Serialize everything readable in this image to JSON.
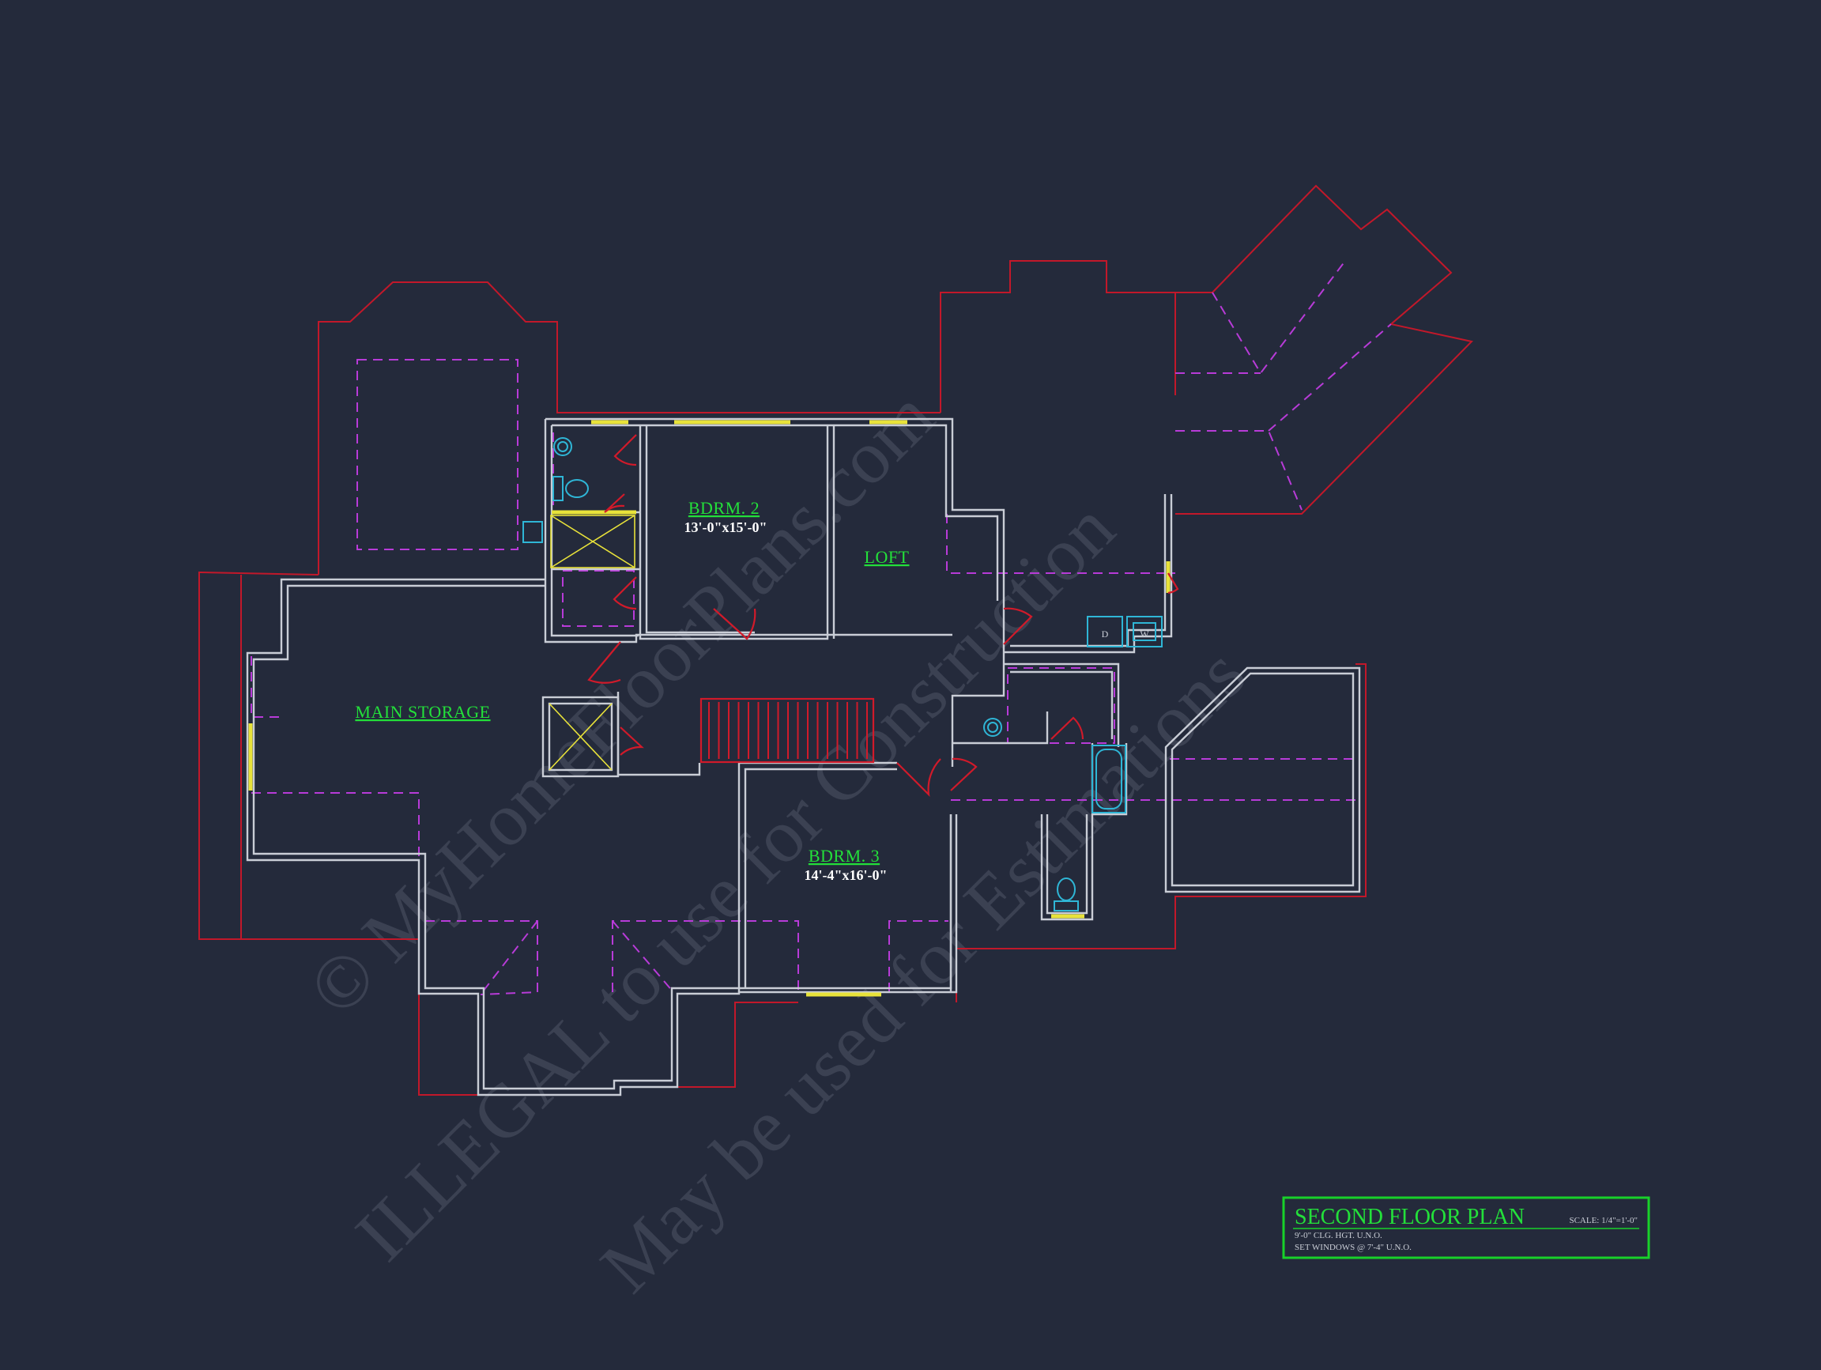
{
  "watermark": {
    "line1": "© MyHomeFloorPlans.com",
    "line2": "ILLEGAL to use for Construction",
    "line3": "May be used for Estimations"
  },
  "rooms": {
    "bedroom2": {
      "name": "BDRM. 2",
      "size": "13'-0\"x15'-0\""
    },
    "loft": {
      "name": "LOFT"
    },
    "main_storage": {
      "name": "MAIN STORAGE"
    },
    "bedroom3": {
      "name": "BDRM. 3",
      "size": "14'-4\"x16'-0\""
    }
  },
  "appliances": {
    "dryer": "D",
    "washer": "W"
  },
  "title_block": {
    "title": "SECOND FLOOR PLAN",
    "scale": "SCALE: 1/4\"=1'-0\"",
    "note1": "9'-0\" CLG. HGT. U.N.O.",
    "note2": "SET WINDOWS @ 7'-4\" U.N.O."
  },
  "colors": {
    "background": "#242a3b",
    "roof_line": "#c2182a",
    "wall": "#c9cdd6",
    "dashed_line": "#b83bd8",
    "room_label": "#23e03a",
    "window": "#e8e23a",
    "fixture": "#2fb6d6",
    "title_border": "#18d12a"
  }
}
